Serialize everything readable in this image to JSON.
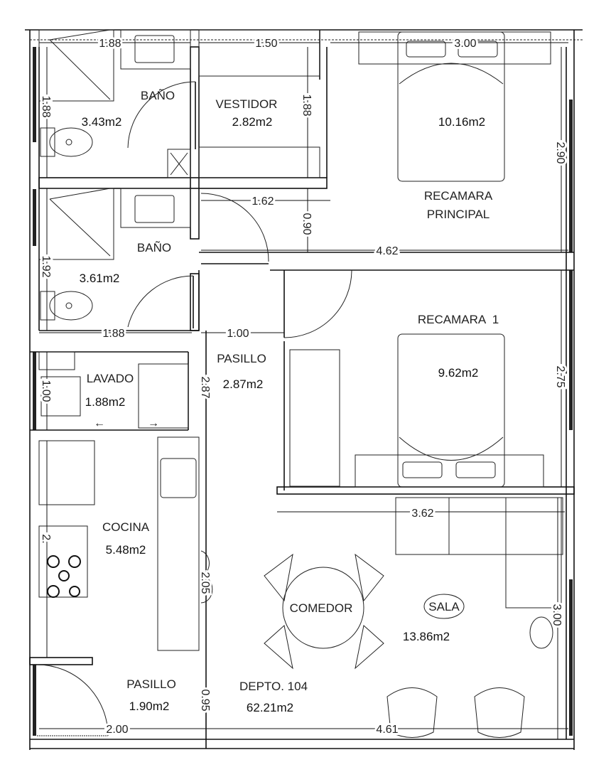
{
  "plan": {
    "unit_label": "DEPTO. 104",
    "total_area": "62.21m2",
    "rooms": {
      "bano1": {
        "name": "BAÑO",
        "area": "3.43m2"
      },
      "vestidor": {
        "name": "VESTIDOR",
        "area": "2.82m2"
      },
      "recamara_principal": {
        "name_line1": "RECAMARA",
        "name_line2": "PRINCIPAL",
        "area": "10.16m2"
      },
      "bano2": {
        "name": "BAÑO",
        "area": "3.61m2"
      },
      "recamara1": {
        "name": "RECAMARA  1",
        "area": "9.62m2"
      },
      "pasillo1": {
        "name": "PASILLO",
        "area": "2.87m2"
      },
      "lavado": {
        "name": "LAVADO",
        "area": "1.88m2"
      },
      "cocina": {
        "name": "COCINA",
        "area": "5.48m2"
      },
      "comedor": {
        "name": "COMEDOR"
      },
      "sala": {
        "name": "SALA",
        "area": "13.86m2"
      },
      "pasillo2": {
        "name": "PASILLO",
        "area": "1.90m2"
      }
    },
    "dimensions": {
      "d1": "1.88",
      "d2": "1.50",
      "d3": "3.00",
      "d4": "1.88",
      "d5": "1.88",
      "d6": "2.90",
      "d7": "1.62",
      "d8": "0.90",
      "d9": "4.62",
      "d10": "1.92",
      "d11": "1.88",
      "d12": "1.00",
      "d13": "2.87",
      "d14": "1.00",
      "d15": "2.75",
      "d16": "3.62",
      "d17": "2.",
      "d18": "2.05",
      "d19": "3.00",
      "d20": "0.95",
      "d21": "2.00",
      "d22": "4.61"
    }
  }
}
